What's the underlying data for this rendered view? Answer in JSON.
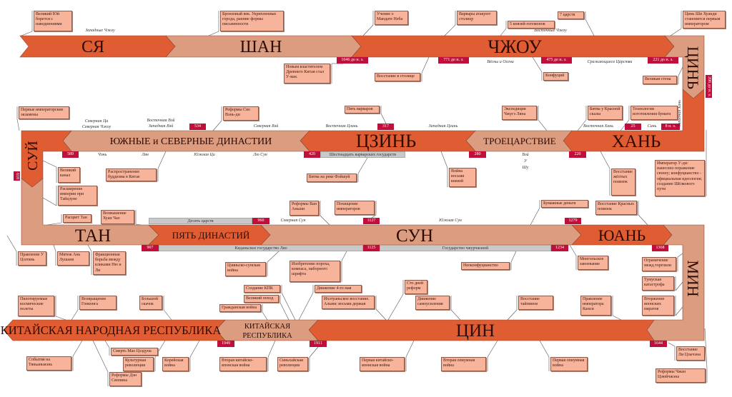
{
  "colors": {
    "dark": "#e05c33",
    "light": "#dc9c80",
    "tag": "#c10f3b",
    "event": "#f8b39b",
    "gray": "#c9c9c9"
  },
  "dynasties": {
    "xia": "СЯ",
    "shang": "ШАН",
    "zhou": "ЧЖОУ",
    "qin": "ЦИНЬ",
    "han": "ХАНЬ",
    "three_kingdoms": "ТРОЕЦАРСТВИЕ",
    "jin": "ЦЗИНЬ",
    "southern_northern": "ЮЖНЫЕ и СЕВЕРНЫЕ ДИНАСТИИ",
    "sui": "СУЙ",
    "tang": "ТАН",
    "five_dynasties": "ПЯТЬ ДИНАСТИЙ",
    "song": "СУН",
    "yuan": "ЮАНЬ",
    "ming": "МИН",
    "qing": "ЦИН",
    "roc_line1": "КИТАЙСКАЯ",
    "roc_line2": "РЕСПУБЛИКА",
    "prc": "КИТАЙСКАЯ НАРОДНАЯ РЕСПУБЛИКА"
  },
  "dates": [
    "1046 до н. э.",
    "771 до н. э.",
    "475 до н. э.",
    "221 до н. э.",
    "206 до н. э.",
    "534",
    "317",
    "25",
    "8 н. э.",
    "589",
    "420",
    "280",
    "220",
    "618",
    "960",
    "1127",
    "1279",
    "907",
    "1125",
    "1234",
    "1368",
    "1949",
    "1911",
    "1644"
  ],
  "parallel_states": [
    "Шестнадцать варварских государств",
    "Десять царств",
    "Киданьское государство Ляо",
    "Государство чжурчжэней"
  ],
  "eras": [
    "Западные Чжоу",
    "Восточные Чжоу",
    "Вёсны и Осени",
    "Сражающиеся Царства",
    "Северная Ци",
    "Северная Чжоу",
    "Восточная Вэй",
    "Западная Вэй",
    "Северная Вэй",
    "Восточная Цзинь",
    "Западная Цзинь",
    "Восточная Хань",
    "Синь",
    "Чэнь",
    "Лян",
    "Южная Ци",
    "Лю Сун",
    "Вэй",
    "У",
    "Шу",
    "Северная Сун",
    "Южная Сун",
    "Западная Хань"
  ],
  "events": [
    "Великий Юй борется с наводнениями",
    "Бронзовый век. Укрепленные города, ранние формы письменности",
    "Учение о Мандате Неба",
    "Варвары атакуют столицу",
    "5 князей-гегемонов",
    "7 царств",
    "Цинь Ши Хуанди становится первым императором",
    "Новым властителем Древнего Китая стал У-ван.",
    "Восстание в столице",
    "Конфуций",
    "Великая стена",
    "Первые императорские экзамены",
    "Реформы Сяо Вэнь-ди",
    "Пять варваров",
    "Экспедиция Чжугэ Ляна",
    "Битва у Красной скалы",
    "Технологии изготовления бумаги",
    "Великий канал",
    "Распространение буддизма в Китае",
    "Битва на реке Фэйшуй",
    "Война восьми князей",
    "Восстание жёлтых повязок",
    "Император У-ди: нанесено поражение сюнну; конфуцианство - официальная идеология; создание Шёлкового пути",
    "Расширение империи при Тайцзуне",
    "Расцвет Тан",
    "Возвышение Хуан Чао",
    "Реформы Ван Аньши",
    "Похищение императоров",
    "Бумажные деньги",
    "Восстание Красных повязок",
    "Правление У Цзэтянь",
    "Мятеж Ань Лушаня",
    "Фракционная борьба между кликами Ню и Ли",
    "Цзиньско-сунская война",
    "Изобретение пороха, компаса, наборного шрифта",
    "Неоконфуцианство",
    "Монгольское завоевание",
    "Ограничение межд.торговли",
    "Тумуская катастрофа",
    "Вторжение японских пиратов",
    "Пилотируемые космические полеты",
    "Возвращение Гонконга",
    "Большой скачок",
    "Создание КПК",
    "Великий поход",
    "Гражданская война",
    "Движение 4-го мая",
    "Ихэтуаньское восстание. Альянс восьми держав",
    "Сто дней реформ",
    "Движение самоусиления",
    "Восстание тайпинов",
    "Правление императора Канси",
    "События на Тяньаньмэнь",
    "Смерть Мао Цзэдуна",
    "Культурная революция",
    "Корейская война",
    "Реформы Дэн Сяопина",
    "Вторая китайско-японская война",
    "Синьхайская революция",
    "Первая китайско-японская война",
    "Вторая опиумная война",
    "Первая опиумная война",
    "Восстание Ли Цзычэна",
    "Реформы Чжан Цзюйчжэна"
  ]
}
